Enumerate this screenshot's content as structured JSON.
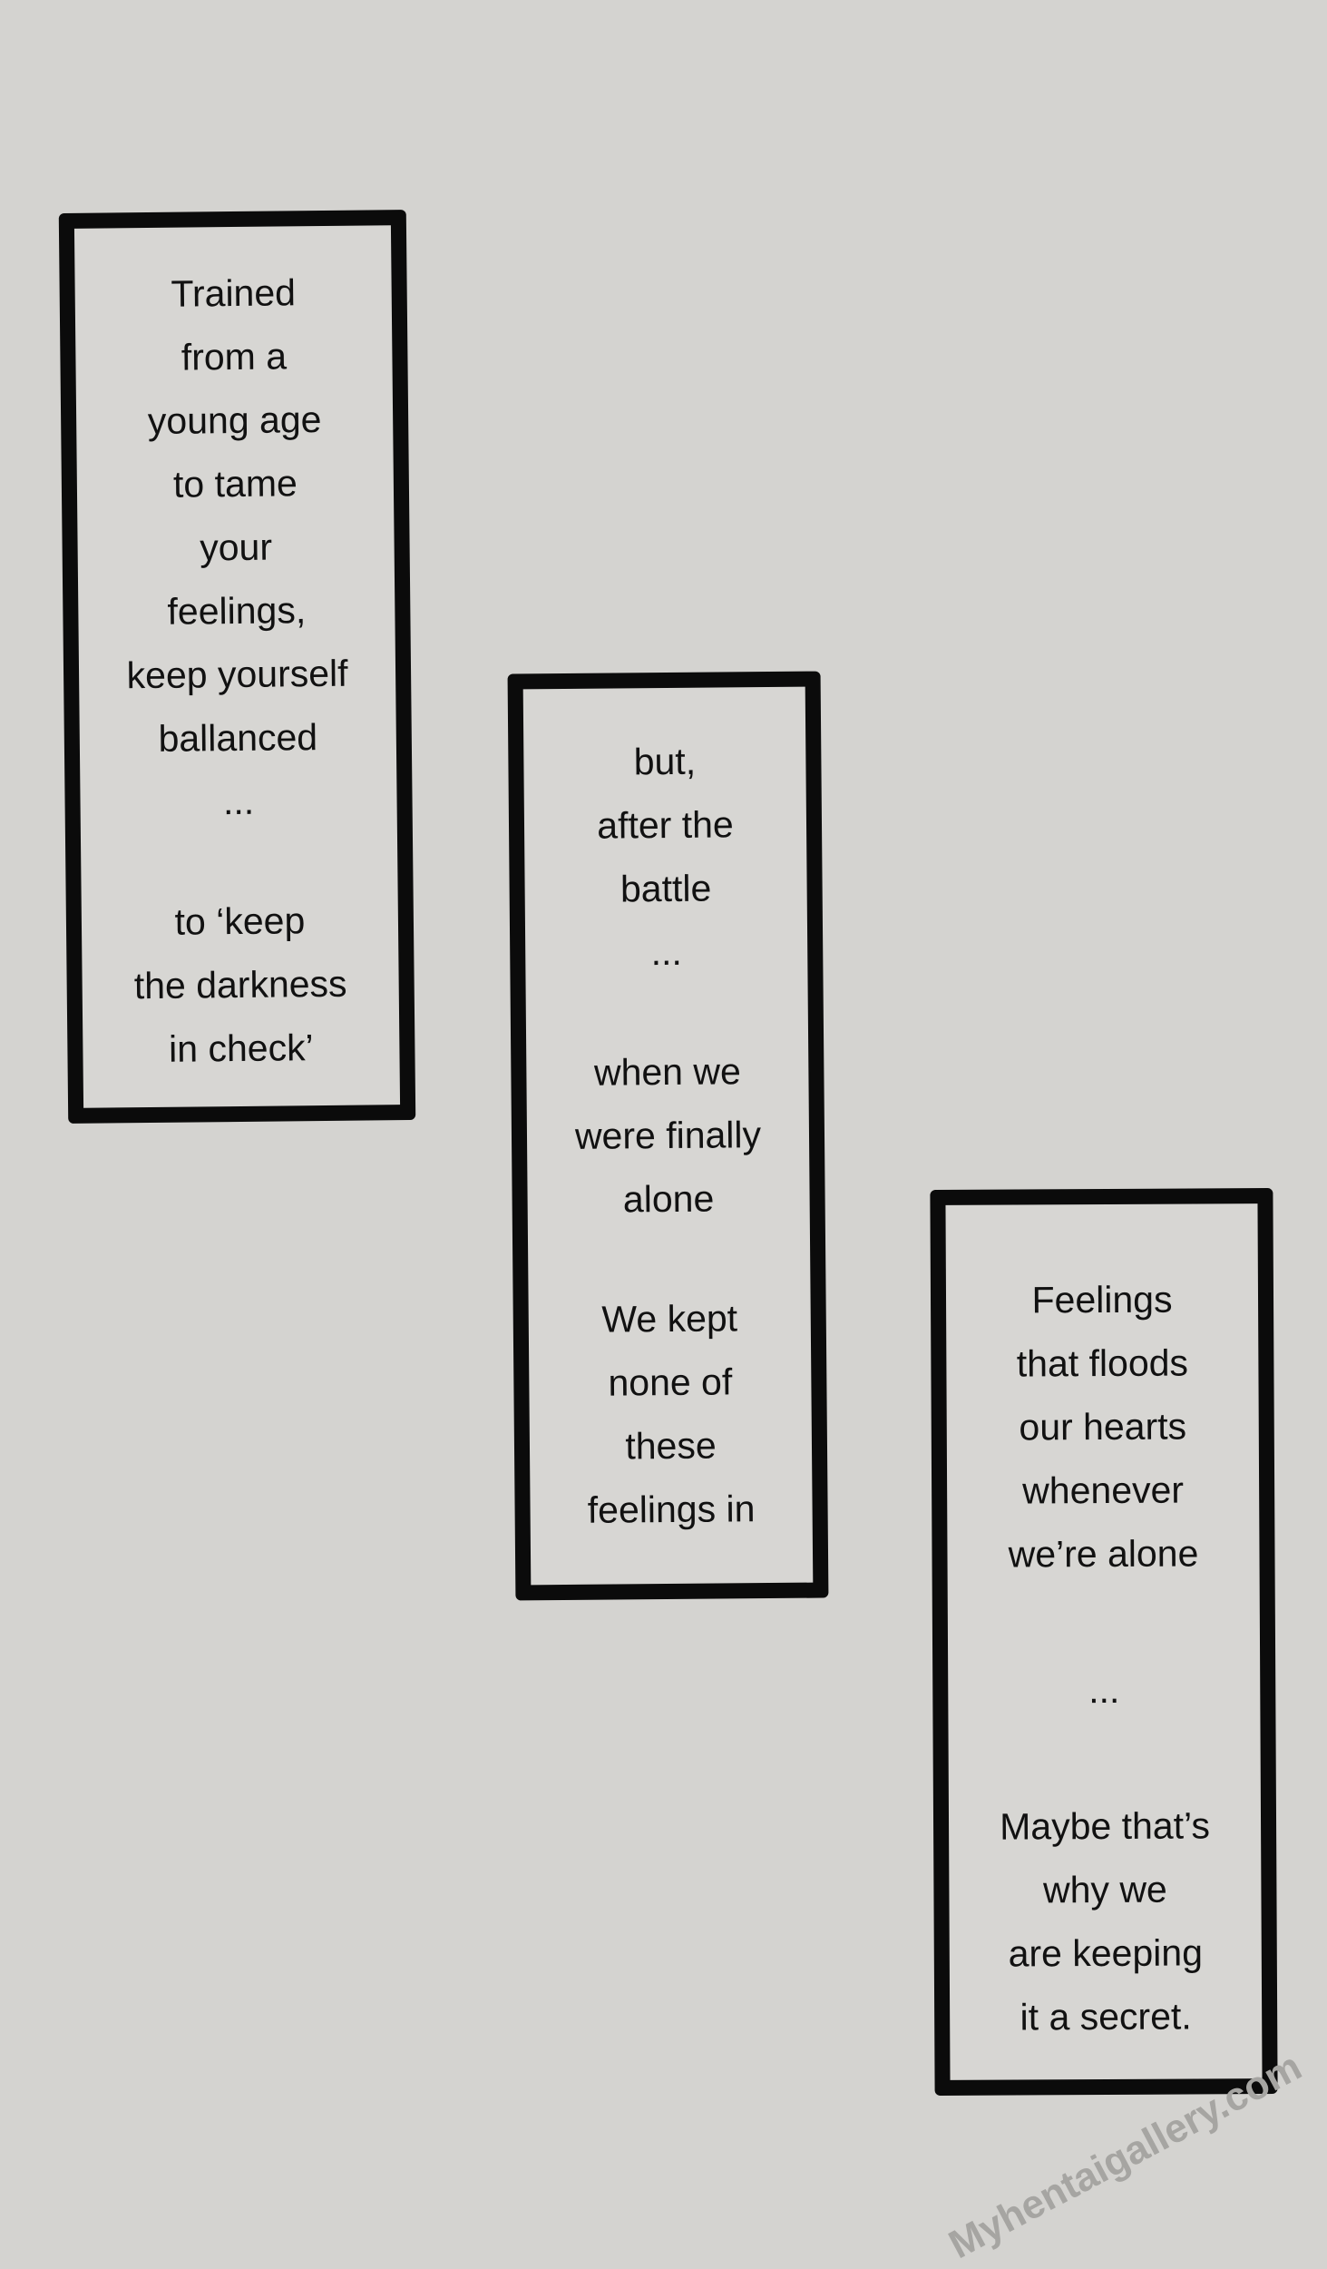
{
  "panels": [
    {
      "stanzas": [
        [
          "Trained",
          "from a",
          "young age",
          "to tame",
          "your",
          "feelings,",
          "keep yourself",
          "ballanced",
          "..."
        ],
        [
          "to ‘keep",
          "the darkness",
          "in check’"
        ]
      ]
    },
    {
      "stanzas": [
        [
          "but,",
          "after the",
          "battle",
          "..."
        ],
        [
          "when we",
          "were finally",
          "alone"
        ],
        [
          "We kept",
          "none of",
          "these",
          "feelings in"
        ]
      ]
    },
    {
      "stanzas": [
        [
          "Feelings",
          "that floods",
          "our hearts",
          "whenever",
          "we’re alone"
        ],
        [
          "..."
        ],
        [
          "Maybe that’s",
          "why we",
          "are keeping",
          "it a secret."
        ]
      ]
    }
  ],
  "watermark": "Myhentaigallery.com",
  "colors": {
    "background": "#d4d3d0",
    "border": "#0b0b0b",
    "watermark": "#a6a5a2"
  }
}
